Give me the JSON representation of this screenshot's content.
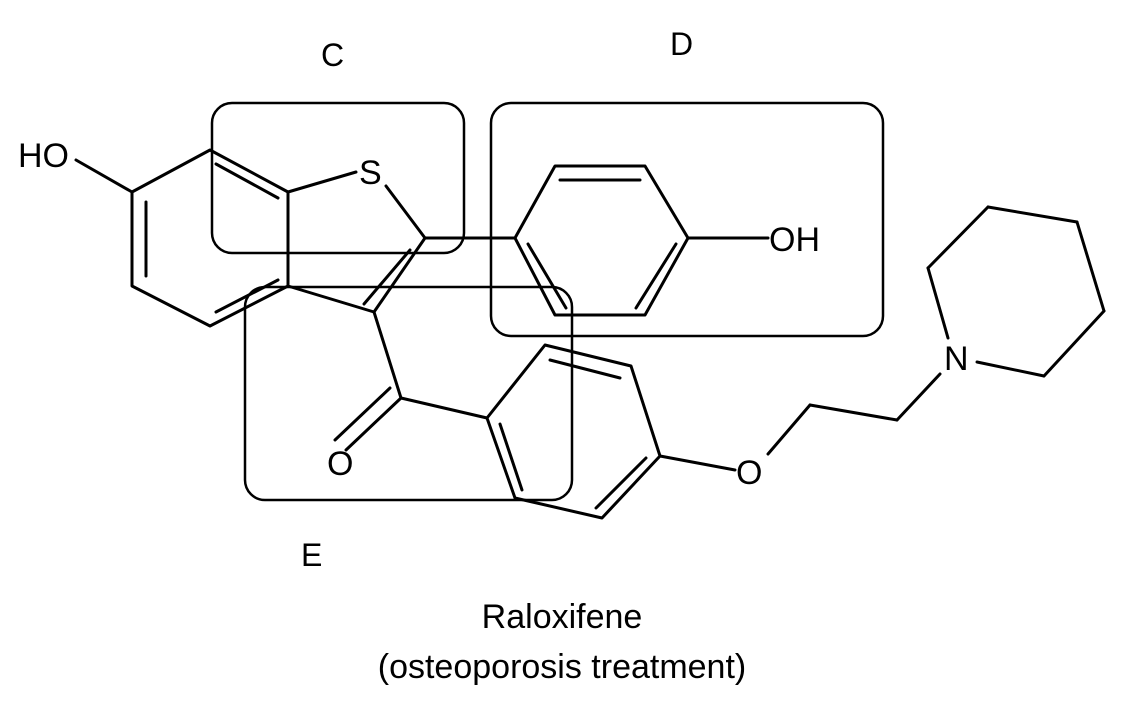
{
  "regions": {
    "c": "C",
    "d": "D",
    "e": "E"
  },
  "atoms": {
    "ho_left": "HO",
    "sulfur": "S",
    "oh_right": "OH",
    "carbonyl_o": "O",
    "ether_o": "O",
    "nitrogen": "N"
  },
  "caption": {
    "name": "Raloxifene",
    "use": "(osteoporosis treatment)"
  }
}
